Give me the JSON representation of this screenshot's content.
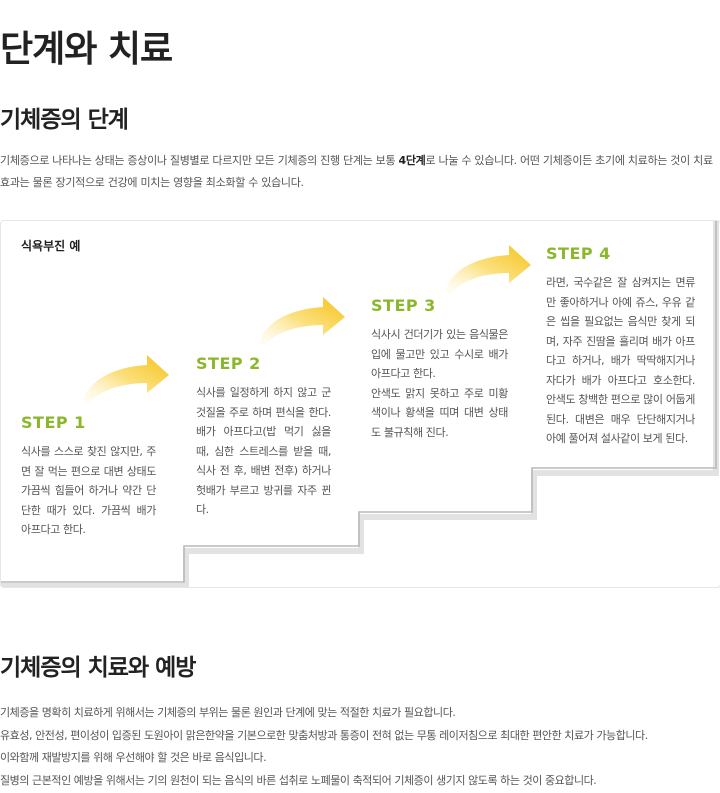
{
  "page_title": "단계와 치료",
  "stages": {
    "title": "기체증의 단계",
    "intro_before": "기체증으로 나타나는 상태는 증상이나 질병별로 다르지만 모든 기체증의 진행 단계는 보통 ",
    "intro_bold": "4단계",
    "intro_after": "로 나눌 수 있습니다. 어떤 기체증이든 초기에 치료하는 것이 치료효과는 물론 장기적으로 건강에 미치는 영향을 최소화할 수 있습니다."
  },
  "diagram": {
    "label": "식욕부진 예",
    "steps": [
      {
        "title": "STEP 1",
        "text": "식사를 스스로 찾진 않지만, 주면 잘 먹는 편으로 대변 상태도 가끔씩 힘들어 하거나 약간 단단한 때가 있다. 가끔씩 배가 아프다고 한다."
      },
      {
        "title": "STEP 2",
        "text": "식사를 일정하게 하지 않고 군것질을 주로 하며 편식을 한다.배가 아프다고(밥 먹기 싫을 때, 심한 스트레스를 받을 때, 식사 전 후, 배변 전후) 하거나 헛배가 부르고 방귀를 자주 뀐다."
      },
      {
        "title": "STEP 3",
        "text": "식사시 건더기가 있는 음식물은 입에 물고만 있고 수시로 배가 아프다고 한다.\n안색도 맑지 못하고 주로 미황색이나 황색을 띠며 대변 상태도 불규칙해 진다."
      },
      {
        "title": "STEP 4",
        "text": "라면, 국수같은 잘 삼켜지는 면류만 좋아하거나 아예 쥬스, 우유 같은 씹을 필요없는 음식만 찾게 되며, 자주 진땀을 흘리며 배가 아프다고 하거나, 배가 딱딱해지거나 자다가 배가 아프다고 호소한다. 안색도 창백한 편으로 많이 어둡게 된다. 대변은 매우 단단해지거나 아예 풀어져 설사같이 보게 된다."
      }
    ]
  },
  "treatment": {
    "title": "기체증의 치료와 예방",
    "lines": [
      "기체증을 명확히 치료하게 위해서는 기체증의 부위는 물론 원인과 단계에 맞는 적절한 치료가 필요합니다.",
      "유효성, 안전성, 편이성이 입증된 도원아이 맑은한약을 기본으로한 맞춤처방과 통증이 전혀 없는 무통 레이저침으로 최대한 편안한 치료가 가능합니다.",
      "이와함께 재발방지를 위해 우선해야 할 것은 바로 음식입니다.",
      "질병의 근본적인 예방을 위해서는 기의 원천이 되는 음식의 바른 섭취로 노폐물이 축적되어 기체증이 생기지 않도록 하는 것이 중요합니다."
    ]
  },
  "colors": {
    "accent": "#8ab72b",
    "arrow_start": "#fdf3c4",
    "arrow_end": "#f6c21b"
  }
}
